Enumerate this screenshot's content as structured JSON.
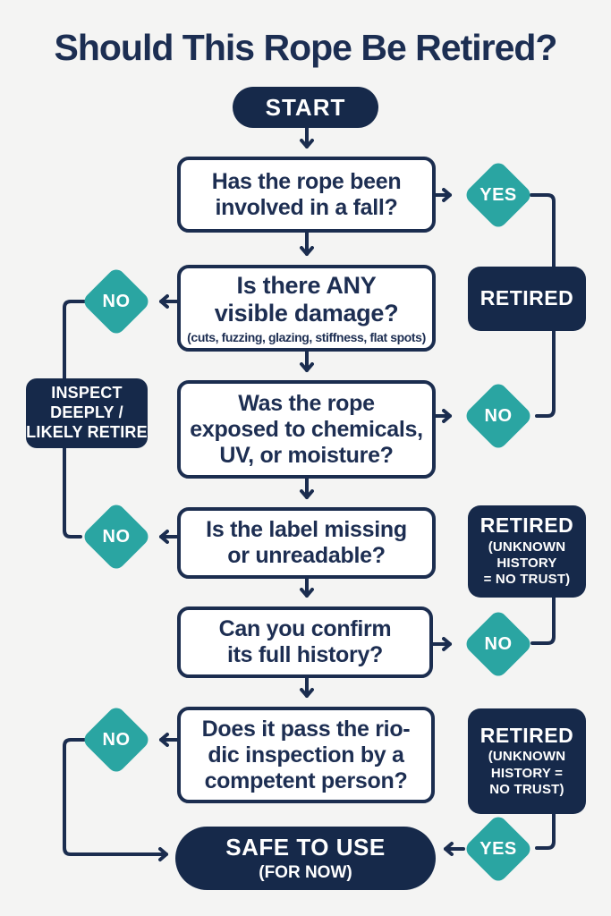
{
  "page": {
    "title": "Should This Rope Be Retired?"
  },
  "colors": {
    "background": "#f4f4f3",
    "navy_fill": "#16294a",
    "line_navy": "#1b2d4f",
    "teal": "#2aa5a2",
    "box_bg": "#ffffff",
    "text_navy": "#1d2e52"
  },
  "nodes": {
    "start": {
      "label": "START"
    },
    "q_fall": {
      "label": "Has the rope been\ninvolved in a fall?"
    },
    "yes_fall": {
      "label": "YES"
    },
    "retired_fall": {
      "label": "RETIRED"
    },
    "q_damage": {
      "label": "Is there ANY\nvisible damage?",
      "note": "(cuts, fuzzing, glazing, stiffness, flat spots)"
    },
    "no_damage": {
      "label": "NO"
    },
    "inspect": {
      "label": "INSPECT\nDEEPLY /\nLIKELY RETIRE"
    },
    "q_chemicals": {
      "label": "Was the rope\nexposed to chemicals,\nUV, or moisture?"
    },
    "no_chemicals": {
      "label": "NO"
    },
    "retired_unknown_1": {
      "label": "RETIRED",
      "sub": "(UNKNOWN\nHISTORY\n= NO TRUST)"
    },
    "q_label": {
      "label": "Is the label missing\nor unreadable?"
    },
    "no_label": {
      "label": "NO"
    },
    "q_history": {
      "label": "Can you confirm\nits full history?"
    },
    "no_history": {
      "label": "NO"
    },
    "retired_unknown_2": {
      "label": "RETIRED",
      "sub": "(UNKNOWN\nHISTORY =\nNO TRUST)"
    },
    "q_inspection": {
      "label": "Does it pass the rio-\ndic inspection by a\ncompetent person?"
    },
    "no_inspection": {
      "label": "NO"
    },
    "yes_safe": {
      "label": "YES"
    },
    "safe": {
      "label": "SAFE TO USE",
      "sub": "(FOR NOW)"
    }
  }
}
